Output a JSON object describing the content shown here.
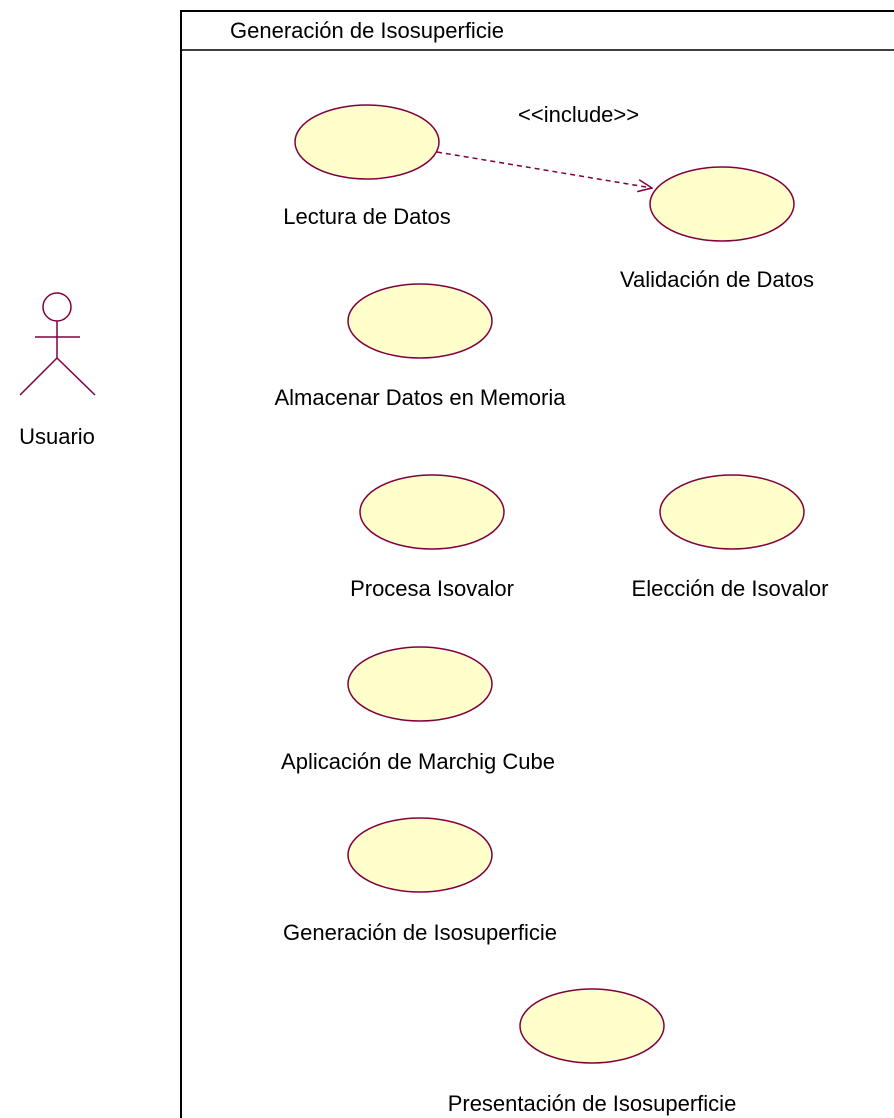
{
  "diagram": {
    "type": "uml-use-case",
    "system": {
      "title": "Generación de Isosuperficie"
    },
    "actor": {
      "label": "Usuario"
    },
    "use_cases": [
      {
        "id": "lectura",
        "label": "Lectura de Datos"
      },
      {
        "id": "validacion",
        "label": "Validación de Datos"
      },
      {
        "id": "almacenar",
        "label": "Almacenar Datos en Memoria"
      },
      {
        "id": "procesa",
        "label": "Procesa Isovalor"
      },
      {
        "id": "eleccion",
        "label": "Elección de Isovalor"
      },
      {
        "id": "marching",
        "label": "Aplicación de Marchig Cube"
      },
      {
        "id": "generacion",
        "label": "Generación de Isosuperficie"
      },
      {
        "id": "presentacion",
        "label": "Presentación de Isosuperficie"
      }
    ],
    "relationships": [
      {
        "from": "lectura",
        "to": "validacion",
        "stereotype": "<<include>>",
        "style": "dashed-arrow"
      }
    ],
    "colors": {
      "use_case_fill": "#ffffcc",
      "element_stroke": "#800040",
      "boundary_stroke": "#000000",
      "background": "#ffffff"
    }
  }
}
